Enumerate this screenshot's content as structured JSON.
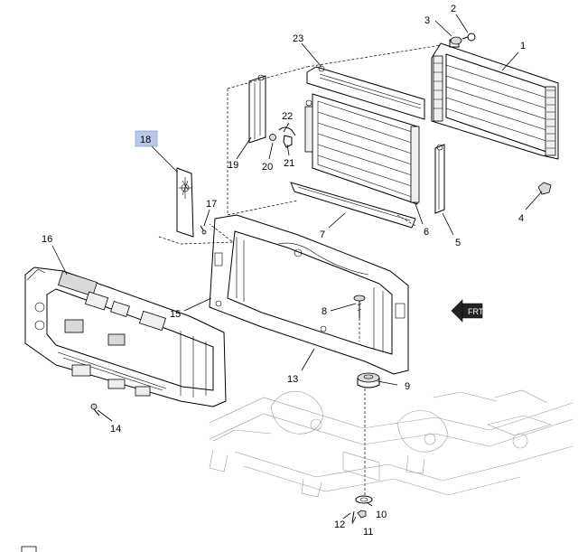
{
  "diagram": {
    "callouts": [
      "1",
      "2",
      "3",
      "4",
      "5",
      "6",
      "7",
      "8",
      "9",
      "10",
      "11",
      "12",
      "13",
      "14",
      "15",
      "16",
      "17",
      "18",
      "19",
      "20",
      "21",
      "22",
      "23"
    ],
    "highlighted_callout": "18",
    "highlight_color": "#b9c9ee",
    "front_arrow_label": "FRT"
  }
}
